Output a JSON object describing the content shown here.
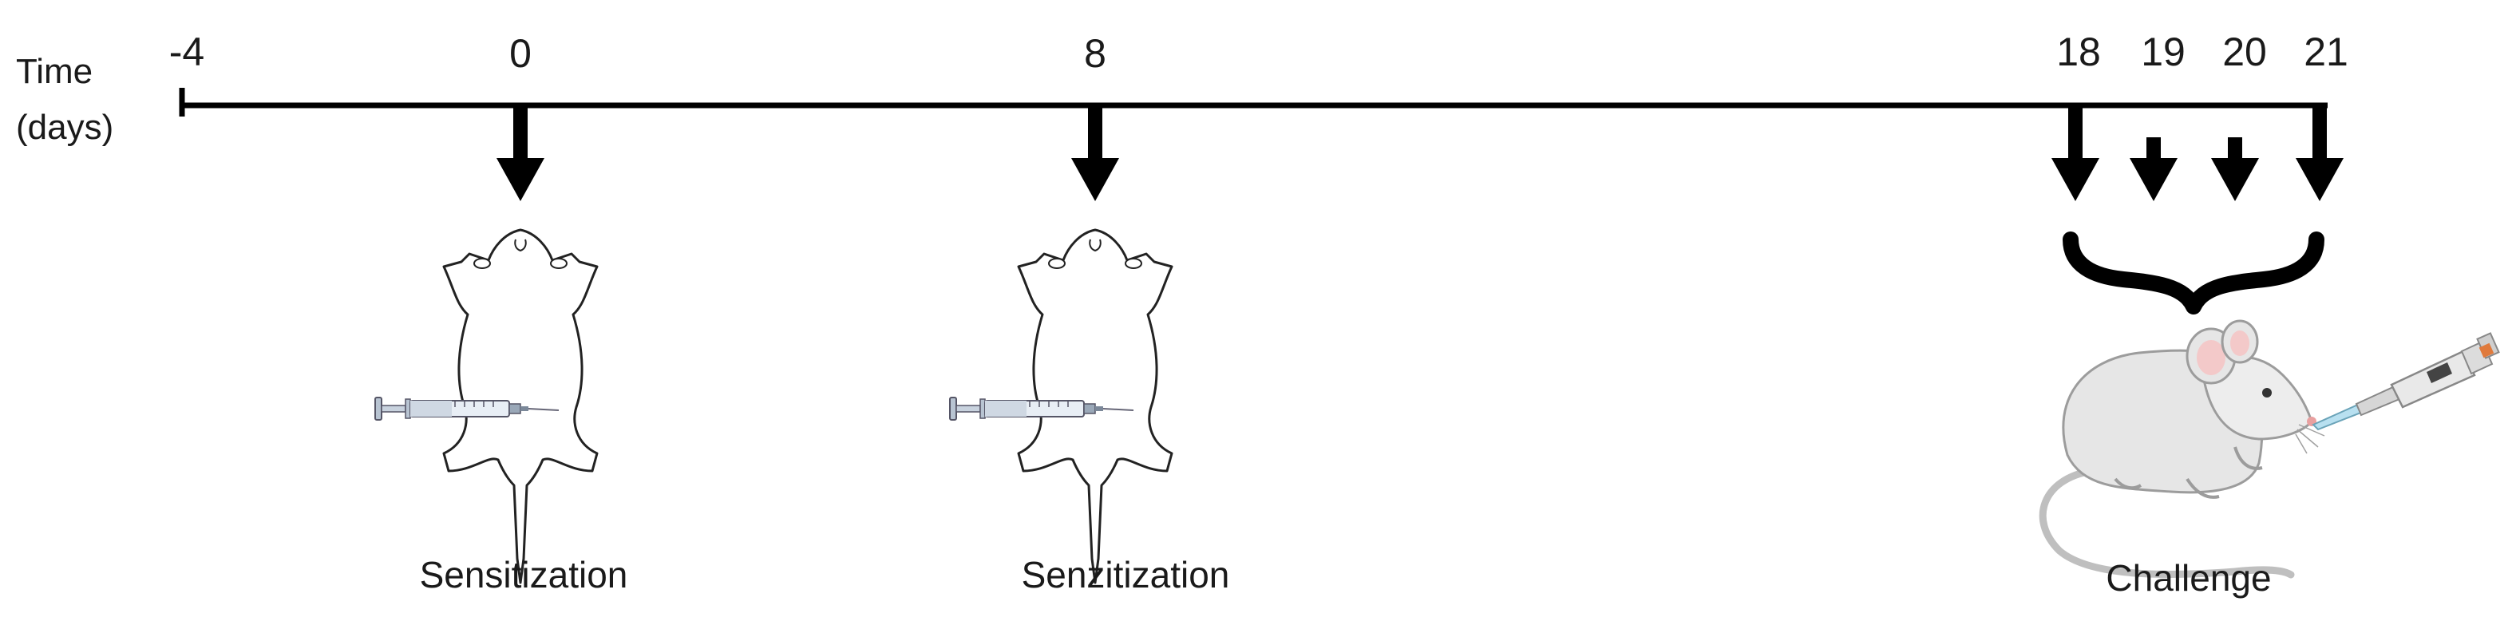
{
  "timeline": {
    "axis_label_line1": "Time",
    "axis_label_line2": "(days)",
    "ticks": [
      {
        "label": "-4",
        "day": -4
      },
      {
        "label": "0",
        "day": 0
      },
      {
        "label": "8",
        "day": 8
      },
      {
        "label": "18",
        "day": 18
      },
      {
        "label": "19",
        "day": 19
      },
      {
        "label": "20",
        "day": 20
      },
      {
        "label": "21",
        "day": 21
      }
    ],
    "arrow_days": [
      0,
      8,
      18,
      19,
      20,
      21
    ]
  },
  "events": [
    {
      "label": "Sensitization",
      "day": 0
    },
    {
      "label": "Senzitization",
      "day": 8
    },
    {
      "label": "Challenge",
      "day": 18
    }
  ],
  "colors": {
    "line": "#000000",
    "text": "#1a1a1a",
    "mouse_body": "#e6e6e6",
    "mouse_ear": "#f3c9c9",
    "syringe": "#cfd8e3",
    "pipette": "#e9e9e9",
    "pipette_tip": "#b8e0f0",
    "pipette_accent": "#e07a3c"
  }
}
